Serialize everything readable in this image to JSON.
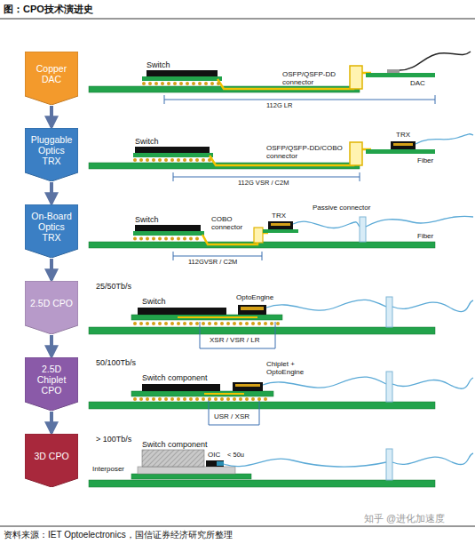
{
  "diagram": {
    "title": "图：CPO技术演进史",
    "caption": "资料来源：IET Optoelectronics，国信证券经济研究所整理",
    "nodes": [
      {
        "text": [
          "Copper DAC"
        ]
      },
      {
        "text": [
          "Pluggable Optics TRX"
        ]
      },
      {
        "text": [
          "On-Board Optics TRX"
        ]
      },
      {
        "text": [
          "2.5D CPO"
        ]
      },
      {
        "text": [
          "2.5D Chiplet CPO"
        ]
      },
      {
        "text": [
          "3D CPO"
        ]
      }
    ],
    "edges": [
      {
        "from": 0,
        "to": 1,
        "arrow": "to"
      },
      {
        "from": 1,
        "to": 2,
        "arrow": "to"
      },
      {
        "from": 2,
        "to": 3,
        "arrow": "to"
      },
      {
        "from": 3,
        "to": 4,
        "arrow": "to"
      },
      {
        "from": 4,
        "to": 5,
        "arrow": "to"
      }
    ],
    "labels": [
      "Switch",
      "OSFP/QSFP-DD connector",
      "DAC",
      "112G LR",
      "Switch",
      "TRX",
      "OSFP/QSFP-DD/COBO connector",
      "Fiber",
      "112G VSR / C2M",
      "Switch",
      "COBO connector",
      "TRX",
      "Passive connector",
      "Fiber",
      "112GVSR / C2M",
      "25/50Tb/s",
      "Switch",
      "OptoEngine",
      "XSR / VSR / LR",
      "50/100Tb/s",
      "Switch component",
      "Chiplet + OptoEngine",
      "USR / XSR",
      "> 100Tb/s",
      "Switch component",
      "OIC",
      "< 50u",
      "Interposer",
      "知乎 @进化加速度"
    ]
  }
}
